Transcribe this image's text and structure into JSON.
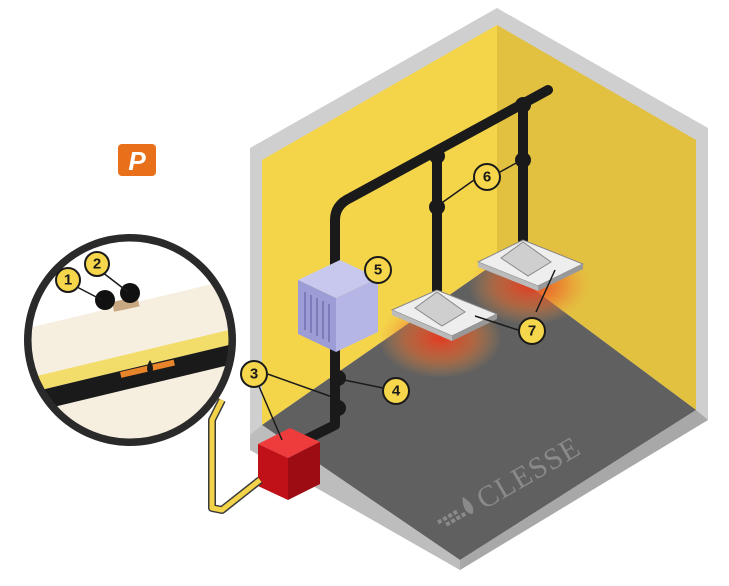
{
  "badge": {
    "letter": "P",
    "color": "#e8701a"
  },
  "callouts": [
    {
      "id": "1",
      "label": "1"
    },
    {
      "id": "2",
      "label": "2"
    },
    {
      "id": "3",
      "label": "3"
    },
    {
      "id": "4",
      "label": "4"
    },
    {
      "id": "5",
      "label": "5"
    },
    {
      "id": "6",
      "label": "6"
    },
    {
      "id": "7",
      "label": "7"
    }
  ],
  "watermark": {
    "text": "CLESSE"
  },
  "colors": {
    "wall": "#f4d54a",
    "wall_shade": "#e4c040",
    "floor": "#5f5f5f",
    "pipe": "#1a1a1a",
    "tank": "#d8141d",
    "regulator": "#a9a9de",
    "heater": "#dcdcdc",
    "hose": "#f3d34a",
    "callout_fill": "#f6d64a"
  }
}
